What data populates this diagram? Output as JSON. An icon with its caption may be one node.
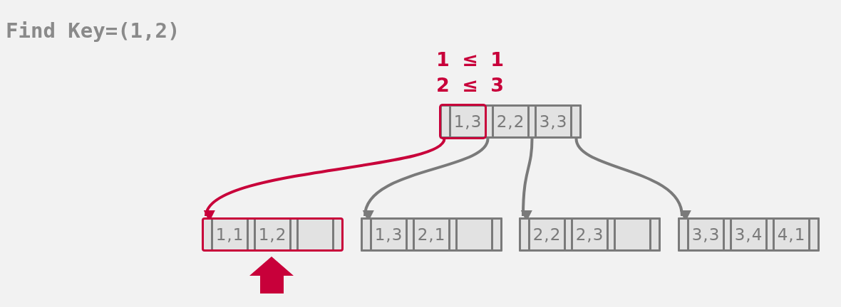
{
  "diagram": {
    "title": "Find Key=(1,2)",
    "nodes": [
      {
        "text": [
          "1,3",
          "2,2",
          "3,3"
        ]
      },
      {
        "text": [
          "1,1",
          "1,2"
        ]
      },
      {
        "text": [
          "1,3",
          "2,1"
        ]
      },
      {
        "text": [
          "2,2",
          "2,3"
        ]
      },
      {
        "text": [
          "3,3",
          "3,4",
          "4,1"
        ]
      }
    ],
    "edges": [
      {
        "from": 0,
        "to": 1,
        "arrow": "to",
        "color": "#c8003a"
      },
      {
        "from": 0,
        "to": 2,
        "arrow": "to"
      },
      {
        "from": 0,
        "to": 3,
        "arrow": "to"
      },
      {
        "from": 0,
        "to": 4,
        "arrow": "to"
      }
    ],
    "labels": [
      "1 ≤ 1",
      "2 ≤ 3"
    ]
  }
}
